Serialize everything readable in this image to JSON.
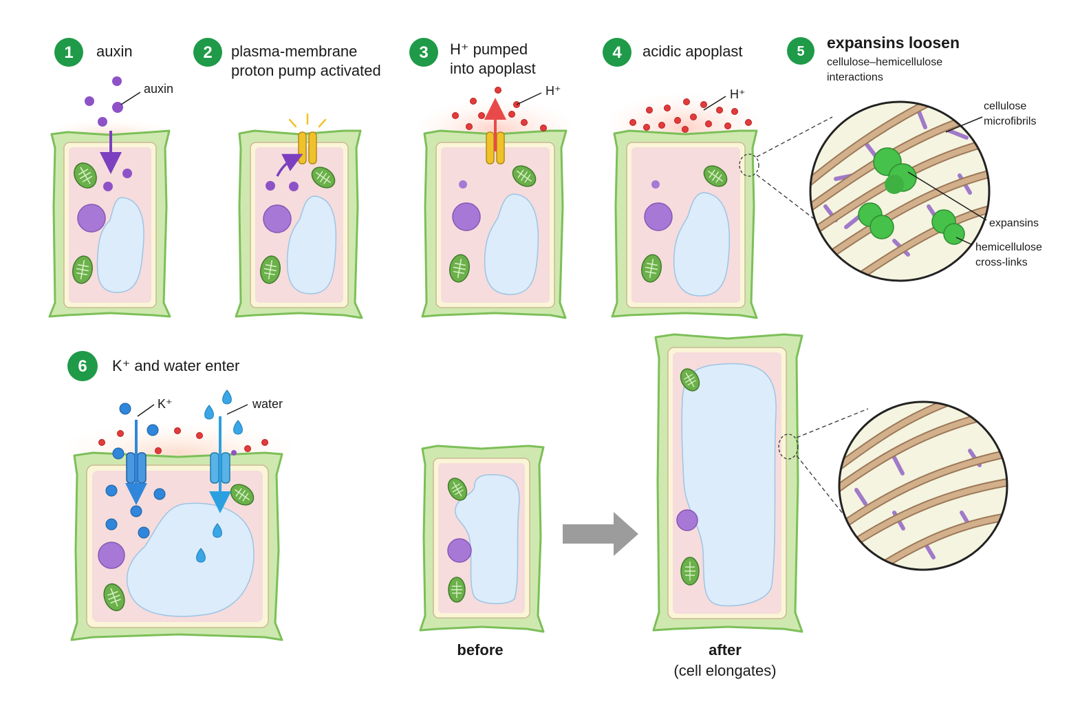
{
  "steps": [
    {
      "number": "1",
      "title_lines": [
        "auxin"
      ]
    },
    {
      "number": "2",
      "title_lines": [
        "plasma-membrane",
        "proton pump activated"
      ]
    },
    {
      "number": "3",
      "title_lines": [
        "H⁺ pumped",
        "into apoplast"
      ]
    },
    {
      "number": "4",
      "title_lines": [
        "acidic apoplast"
      ]
    },
    {
      "number": "5",
      "title_bold": "expansins loosen",
      "subtitle_lines": [
        "cellulose–hemicellulose",
        "interactions"
      ]
    },
    {
      "number": "6",
      "title_lines": [
        "K⁺ and water enter"
      ]
    }
  ],
  "labels": {
    "auxin": "auxin",
    "h_plus": "H⁺",
    "k_plus": "K⁺",
    "water": "water",
    "cellulose": [
      "cellulose",
      "microfibrils"
    ],
    "expansins": "expansins",
    "hemicellulose": [
      "hemicellulose",
      "cross-links"
    ],
    "before": "before",
    "after": "after",
    "after_note": "(cell elongates)"
  },
  "colors": {
    "step_badge": "#1f9a48",
    "cell_wall": "#cfe8b0",
    "cell_wall_stroke": "#7cbf58",
    "membrane_fill": "#fbf5d8",
    "cytoplasm": "#f6dcdc",
    "vacuole": "#dcecfa",
    "nucleus": "#a778d6",
    "chloroplast": "#6bb04a",
    "auxin": "#8e52c7",
    "proton": "#e23b3b",
    "pump": "#f0c22a",
    "potassium": "#2f86db",
    "water": "#3aa6e6",
    "expansin": "#46c14a",
    "fibril": "#c9a37f",
    "crosslink": "#a07ac8",
    "arrow": "#9c9c9c"
  }
}
